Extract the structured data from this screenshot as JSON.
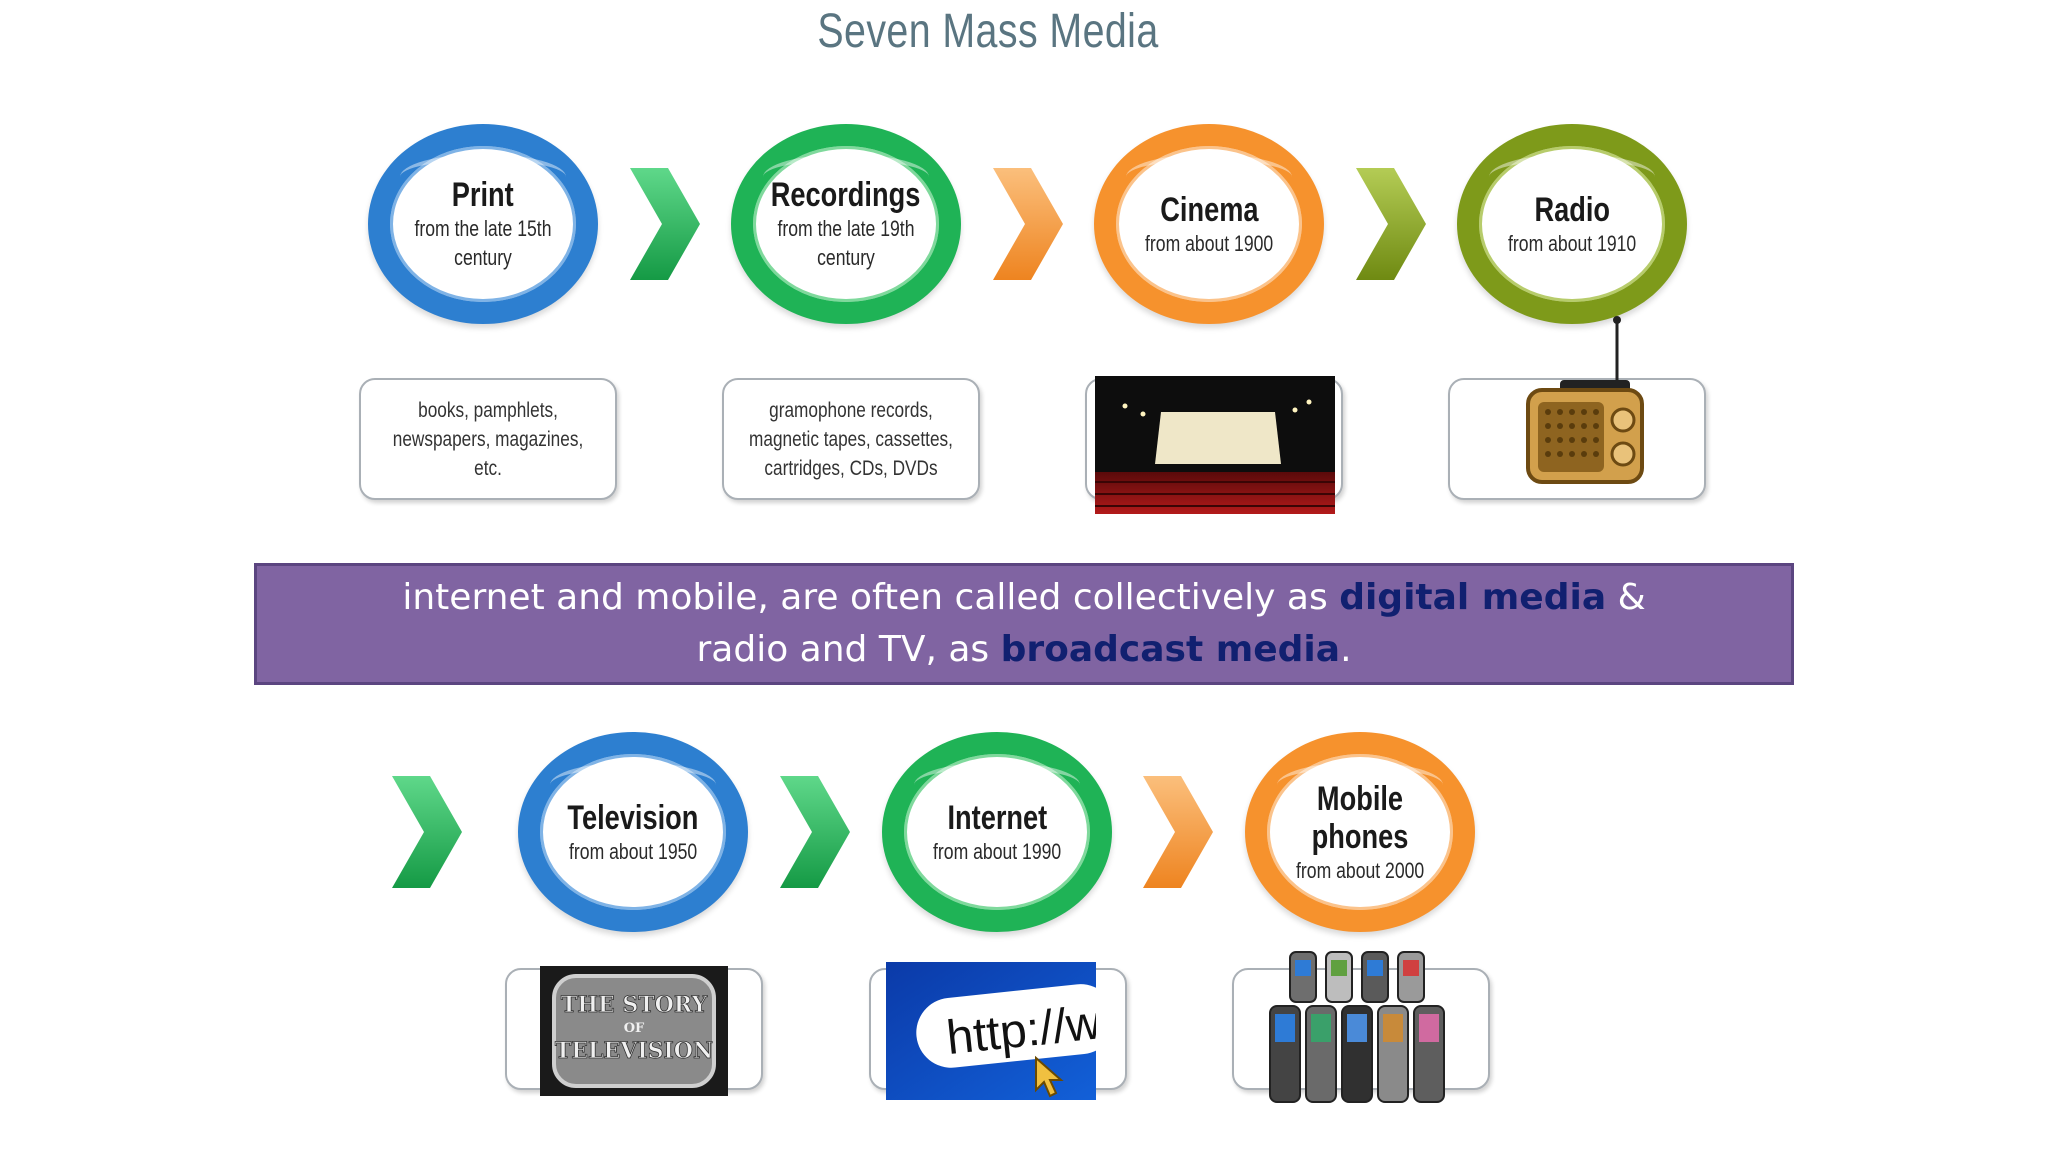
{
  "title": "Seven Mass Media",
  "media": [
    {
      "name": "Print",
      "sub": "from the late 15th century",
      "box": "books, pamphlets, newspapers, magazines, etc."
    },
    {
      "name": "Recordings",
      "sub": "from the late 19th century",
      "box": "gramophone records, magnetic tapes, cassettes, cartridges, CDs, DVDs"
    },
    {
      "name": "Cinema",
      "sub": "from about 1900"
    },
    {
      "name": "Radio",
      "sub": "from about 1910"
    },
    {
      "name": "Television",
      "sub": "from about 1950",
      "pic_text": [
        "THE STORY",
        "OF",
        "TELEVISION"
      ]
    },
    {
      "name": "Internet",
      "sub": "from about 1990",
      "pic_text": "http://www."
    },
    {
      "name": "Mobile phones",
      "sub": "from about 2000"
    }
  ],
  "banner": {
    "line1_a": "internet and mobile, are often called collectively as ",
    "line1_b": "digital media",
    "line1_c": " &",
    "line2_a": "radio and TV, as ",
    "line2_b": "broadcast media",
    "line2_c": "."
  },
  "colors": {
    "blue": "#2d7fd0",
    "green": "#1fb356",
    "orange": "#f6922d",
    "olive": "#7e9a1a",
    "banner": "#8064a2",
    "highlight": "#112070"
  }
}
